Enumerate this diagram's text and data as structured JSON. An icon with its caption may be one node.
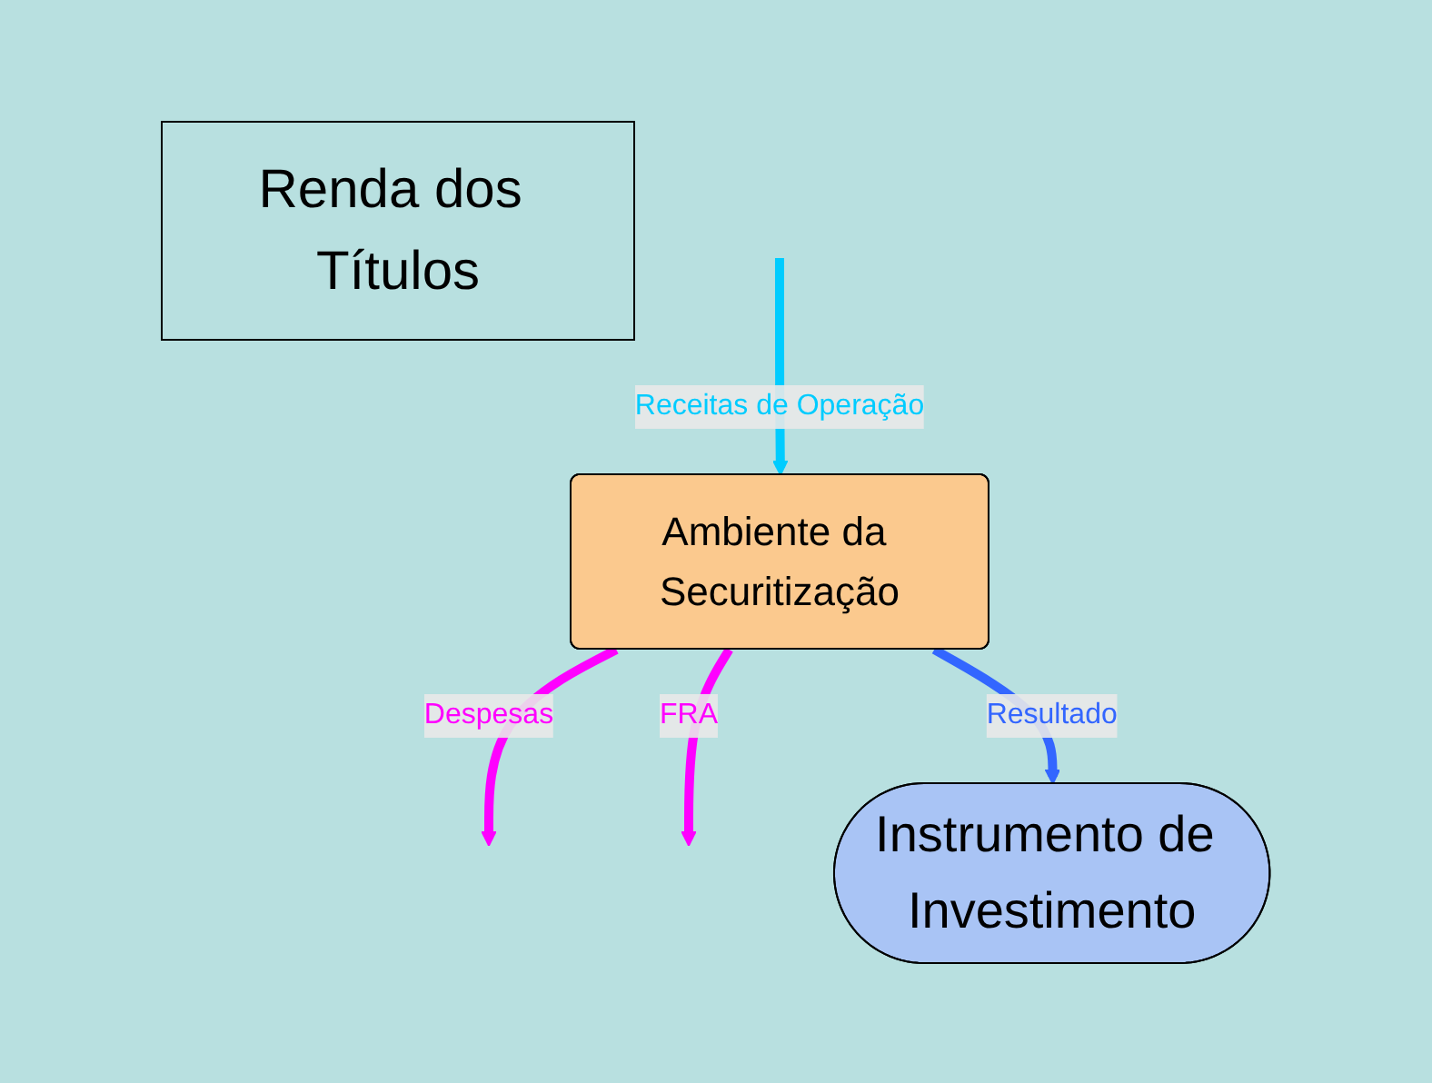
{
  "diagram": {
    "nodes": [
      {
        "text": [
          "Renda dos Títulos"
        ]
      },
      {
        "text": [
          "Ambiente da Securitização"
        ]
      },
      {
        "text": [
          "Instrumento de Investimento"
        ]
      }
    ],
    "edges": [
      {
        "from": null,
        "to": 1,
        "arrow": "to",
        "label": "Receitas de Operação",
        "color": "#00ccff"
      },
      {
        "from": 1,
        "to": null,
        "arrow": "to",
        "label": "Despesas",
        "color": "#ff00ff"
      },
      {
        "from": 1,
        "to": null,
        "arrow": "to",
        "label": "FRA",
        "color": "#ff00ff"
      },
      {
        "from": 1,
        "to": 2,
        "arrow": "to",
        "label": "Resultado",
        "color": "#3366ff"
      }
    ]
  }
}
